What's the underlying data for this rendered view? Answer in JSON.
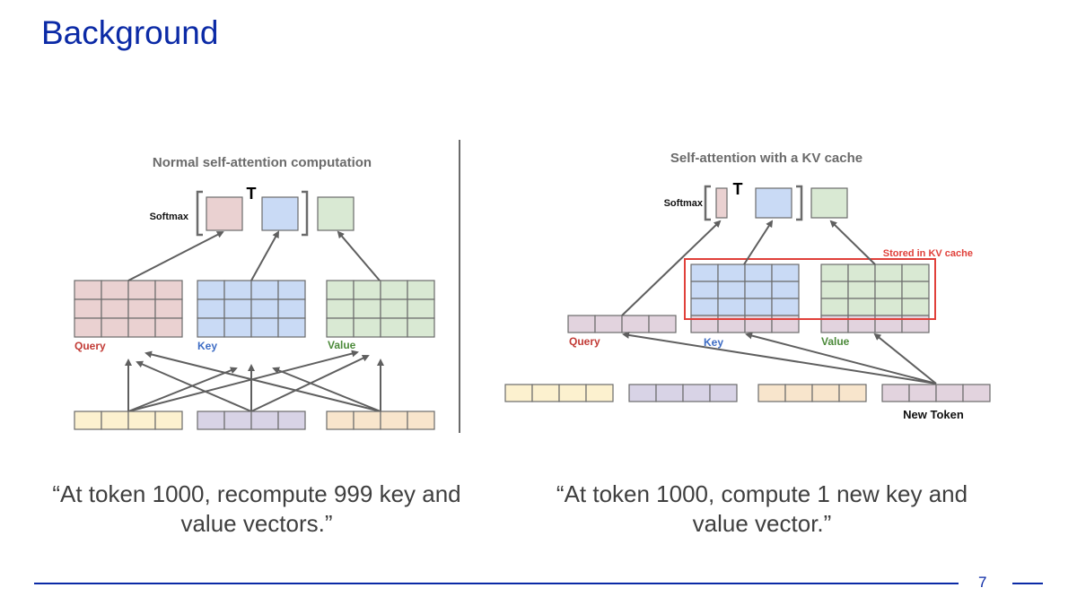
{
  "slide": {
    "title": "Background",
    "page_number": "7"
  },
  "colors": {
    "title_blue": "#0b2aa6",
    "query_fill": "#ead1d1",
    "key_fill": "#c9daf5",
    "value_fill": "#d9e9d3",
    "token1_fill": "#fcf1cf",
    "token2_fill": "#d8d3e6",
    "token3_fill": "#f8e5cc",
    "new_token_fill": "#e2d3de",
    "query_label": "#c23b36",
    "key_label": "#3d6cc4",
    "value_label": "#4c8a3a",
    "cache_box": "#e0403a",
    "line_gray": "#5f5f5f"
  },
  "left_diagram": {
    "title": "Normal self-attention computation",
    "softmax_label": "Softmax",
    "transpose_label": "T",
    "query_label": "Query",
    "key_label": "Key",
    "value_label": "Value",
    "caption": "“At token 1000, recompute 999 key and value vectors.”"
  },
  "right_diagram": {
    "title": "Self-attention with a KV cache",
    "softmax_label": "Softmax",
    "transpose_label": "T",
    "query_label": "Query",
    "key_label": "Key",
    "value_label": "Value",
    "cache_label": "Stored in KV cache",
    "new_token_label": "New Token",
    "caption": "“At token 1000, compute 1 new key and value vector.”"
  }
}
